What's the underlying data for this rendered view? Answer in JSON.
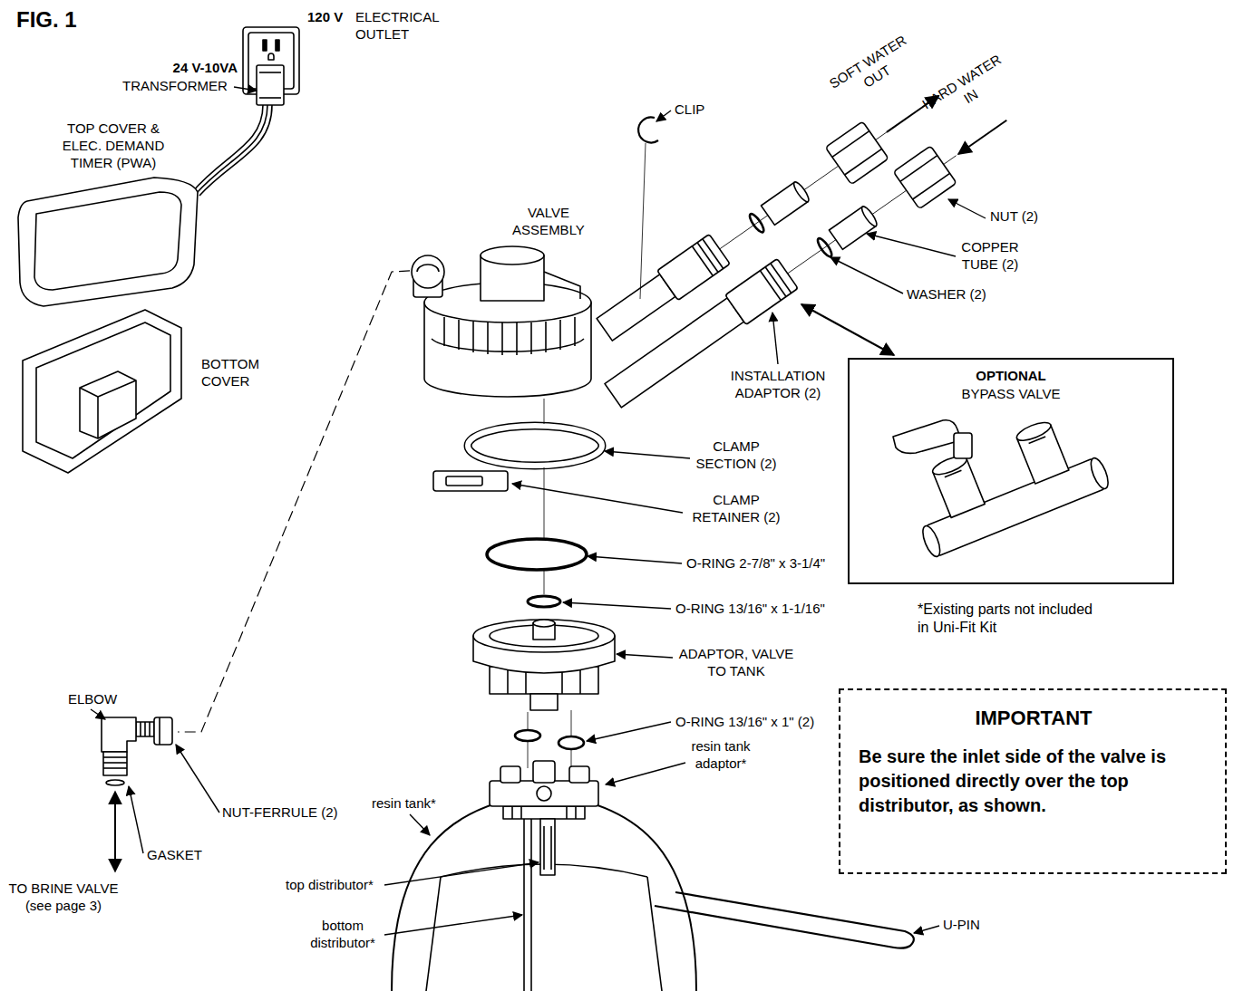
{
  "diagram": {
    "title": "FIG. 1",
    "nodes": [
      {
        "text": [
          "OPTIONAL",
          "BYPASS VALVE"
        ]
      },
      {
        "text": [
          "IMPORTANT",
          "Be sure the inlet side of the valve is positioned directly over the top distributor, as shown."
        ]
      }
    ],
    "labels": [
      "120 V",
      "ELECTRICAL OUTLET",
      "24 V-10VA",
      "TRANSFORMER",
      "TOP COVER & ELEC. DEMAND TIMER (PWA)",
      "BOTTOM COVER",
      "CLIP",
      "SOFT WATER OUT",
      "HARD WATER IN",
      "NUT (2)",
      "COPPER TUBE (2)",
      "WASHER (2)",
      "VALVE ASSEMBLY",
      "INSTALLATION ADAPTOR (2)",
      "CLAMP SECTION (2)",
      "CLAMP RETAINER (2)",
      "O-RING 2-7/8\" x 3-1/4\"",
      "O-RING 13/16\" x 1-1/16\"",
      "ADAPTOR, VALVE TO TANK",
      "O-RING 13/16\" x 1\" (2)",
      "*Existing parts not included in Uni-Fit Kit",
      "resin tank adaptor*",
      "resin tank*",
      "ELBOW",
      "NUT-FERRULE (2)",
      "GASKET",
      "TO BRINE VALVE (see page 3)",
      "top distributor*",
      "bottom distributor*",
      "U-PIN"
    ]
  }
}
